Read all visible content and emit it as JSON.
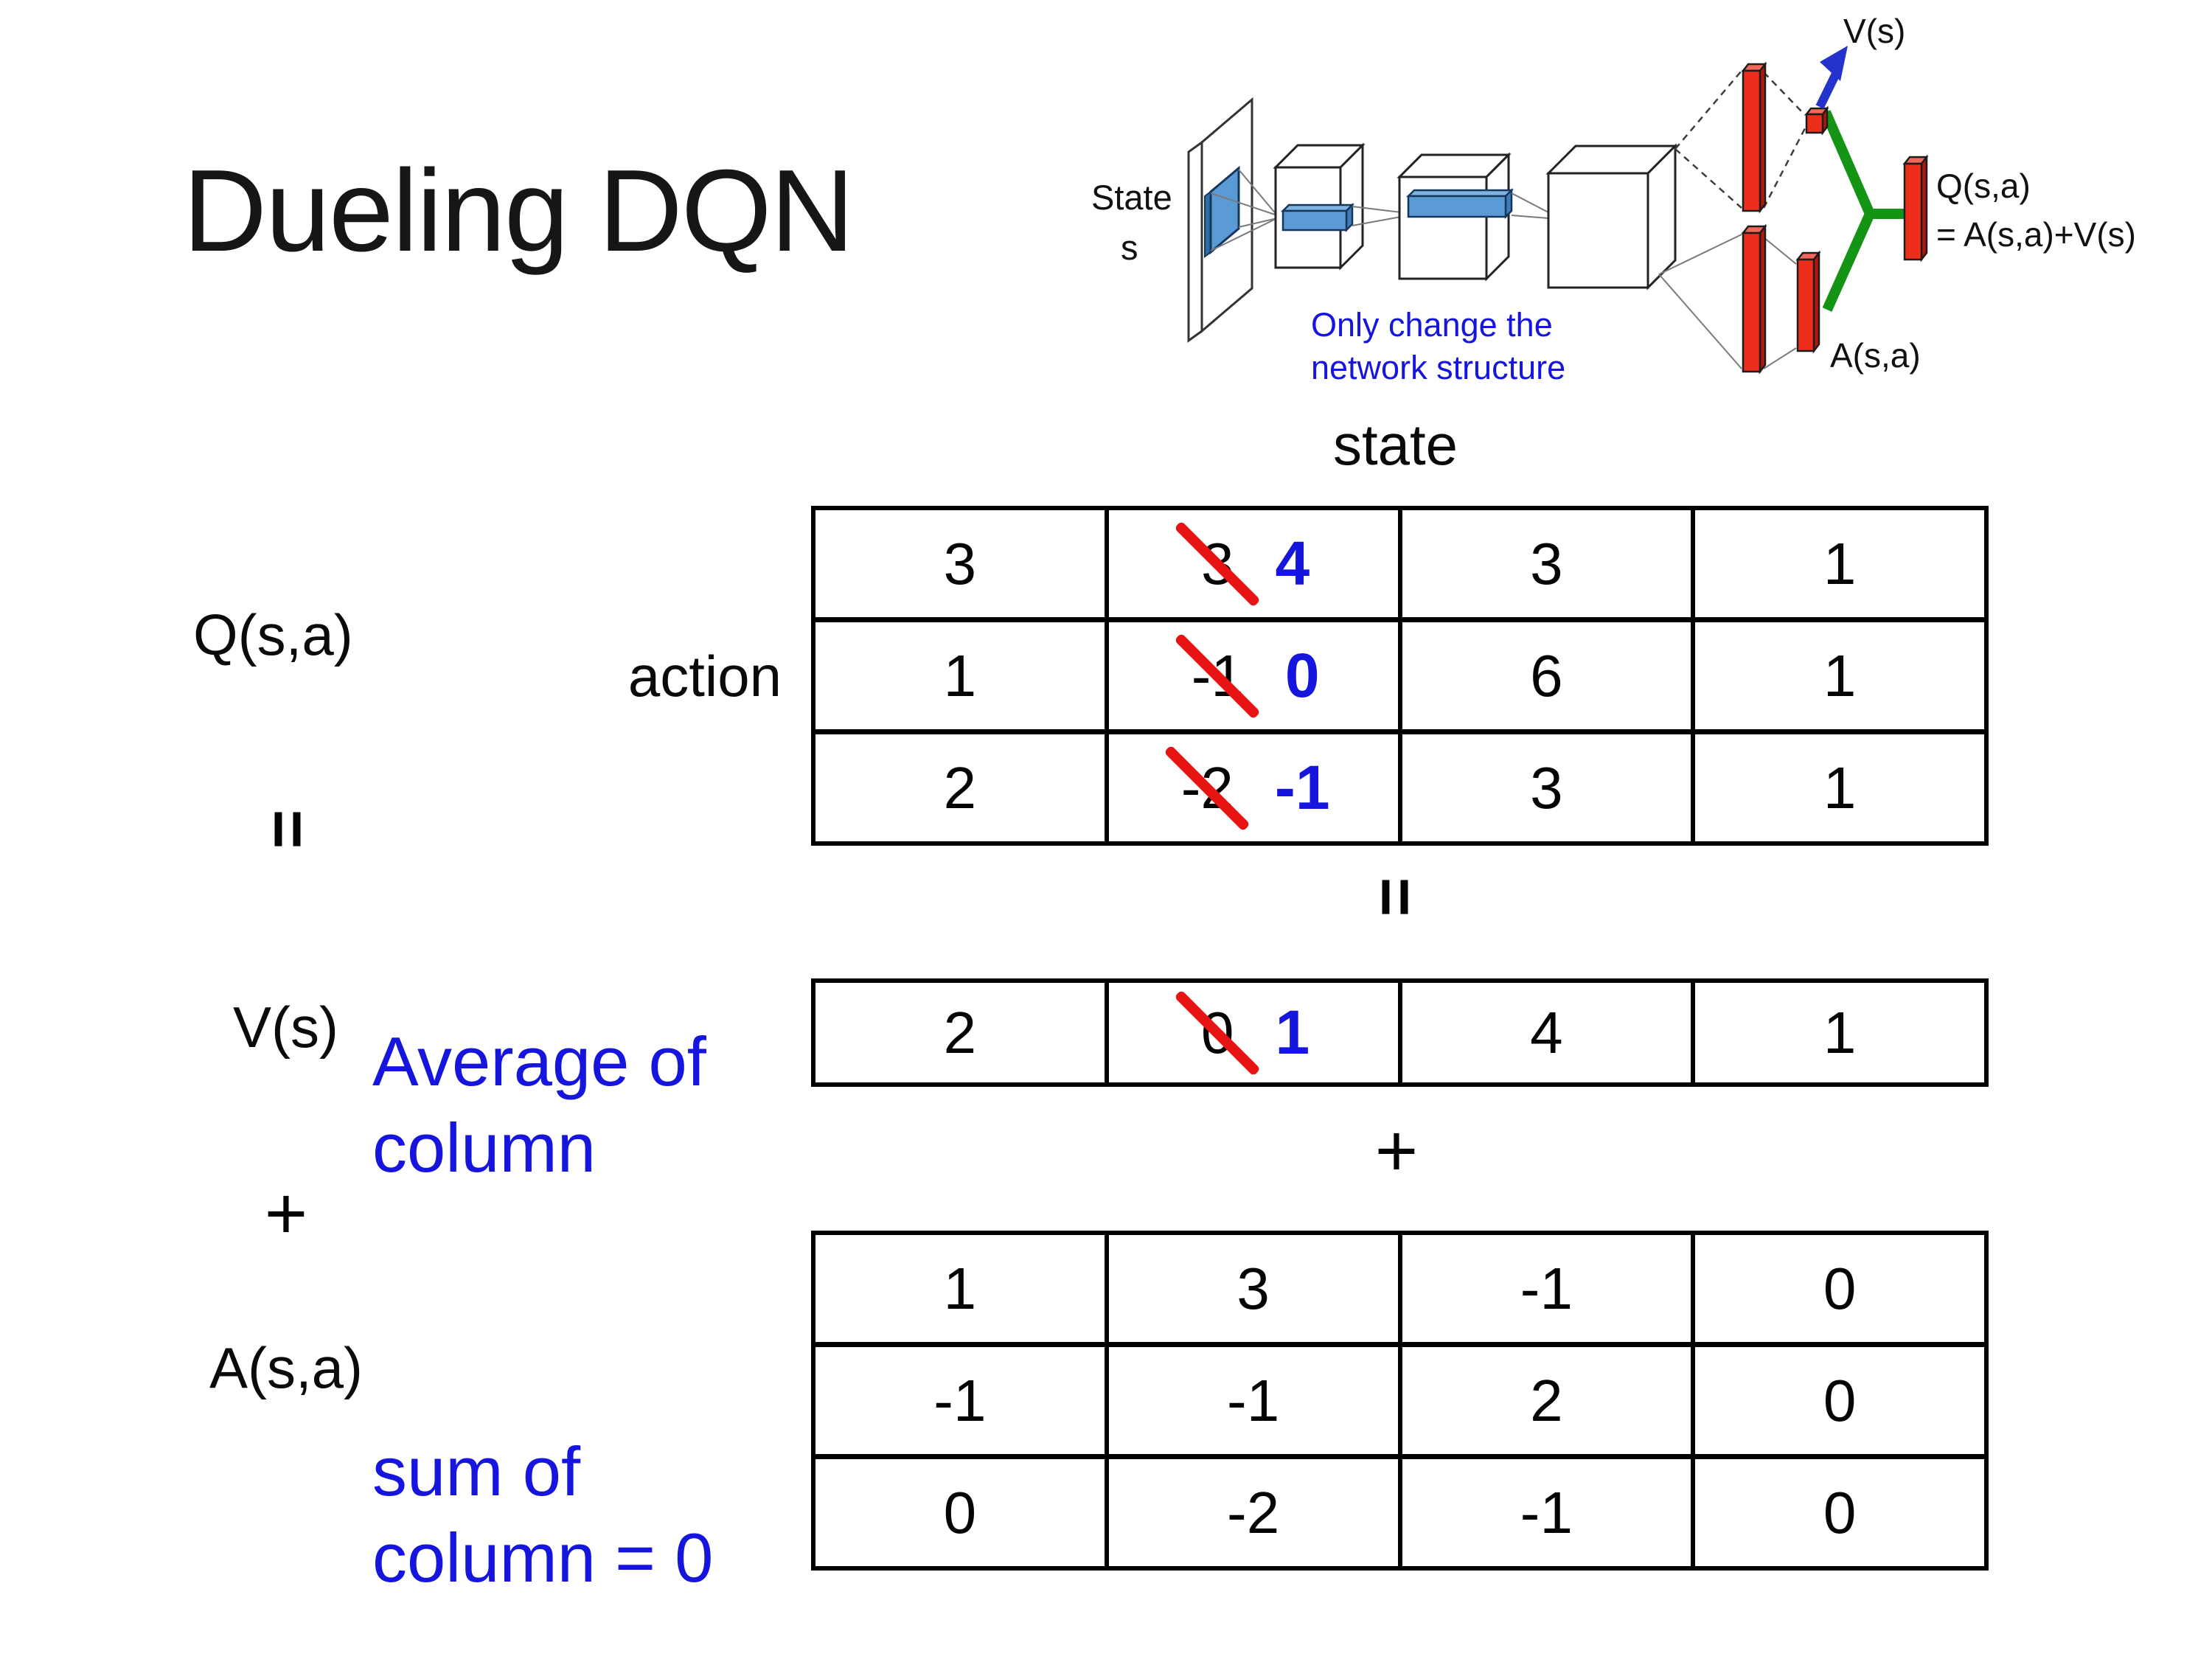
{
  "title": "Dueling DQN",
  "colors": {
    "annotation_blue": "#1515dd",
    "strike_red": "#e81414",
    "bar_red": "#ee2e1d",
    "merge_green": "#149414",
    "feature_blue": "#5b9bd5",
    "arrow_blue": "#2433cc"
  },
  "diagram": {
    "state_line1": "State",
    "state_line2": "s",
    "note_line1": "Only change the",
    "note_line2": "network structure",
    "v_out_label": "V(s)",
    "q_out_label": "Q(s,a)",
    "q_out_formula": "= A(s,a)+V(s)",
    "a_out_label": "A(s,a)"
  },
  "equation": {
    "q_label": "Q(s,a)",
    "action_label": "action",
    "state_label": "state",
    "equals": "=",
    "plus": "+",
    "v_label": "V(s)",
    "a_label": "A(s,a)",
    "avg_note_line1": "Average of",
    "avg_note_line2": "column",
    "sum_note_line1": "sum of",
    "sum_note_line2": "column = 0"
  },
  "tables": {
    "q": {
      "rows": [
        [
          {
            "v": "3"
          },
          {
            "old": "3",
            "new": "4"
          },
          {
            "v": "3"
          },
          {
            "v": "1"
          }
        ],
        [
          {
            "v": "1"
          },
          {
            "old": "-1",
            "new": "0"
          },
          {
            "v": "6"
          },
          {
            "v": "1"
          }
        ],
        [
          {
            "v": "2"
          },
          {
            "old": "-2",
            "new": "-1"
          },
          {
            "v": "3"
          },
          {
            "v": "1"
          }
        ]
      ]
    },
    "v": {
      "rows": [
        [
          {
            "v": "2"
          },
          {
            "old": "0",
            "new": "1"
          },
          {
            "v": "4"
          },
          {
            "v": "1"
          }
        ]
      ]
    },
    "a": {
      "rows": [
        [
          {
            "v": "1"
          },
          {
            "v": "3"
          },
          {
            "v": "-1"
          },
          {
            "v": "0"
          }
        ],
        [
          {
            "v": "-1"
          },
          {
            "v": "-1"
          },
          {
            "v": "2"
          },
          {
            "v": "0"
          }
        ],
        [
          {
            "v": "0"
          },
          {
            "v": "-2"
          },
          {
            "v": "-1"
          },
          {
            "v": "0"
          }
        ]
      ]
    }
  }
}
